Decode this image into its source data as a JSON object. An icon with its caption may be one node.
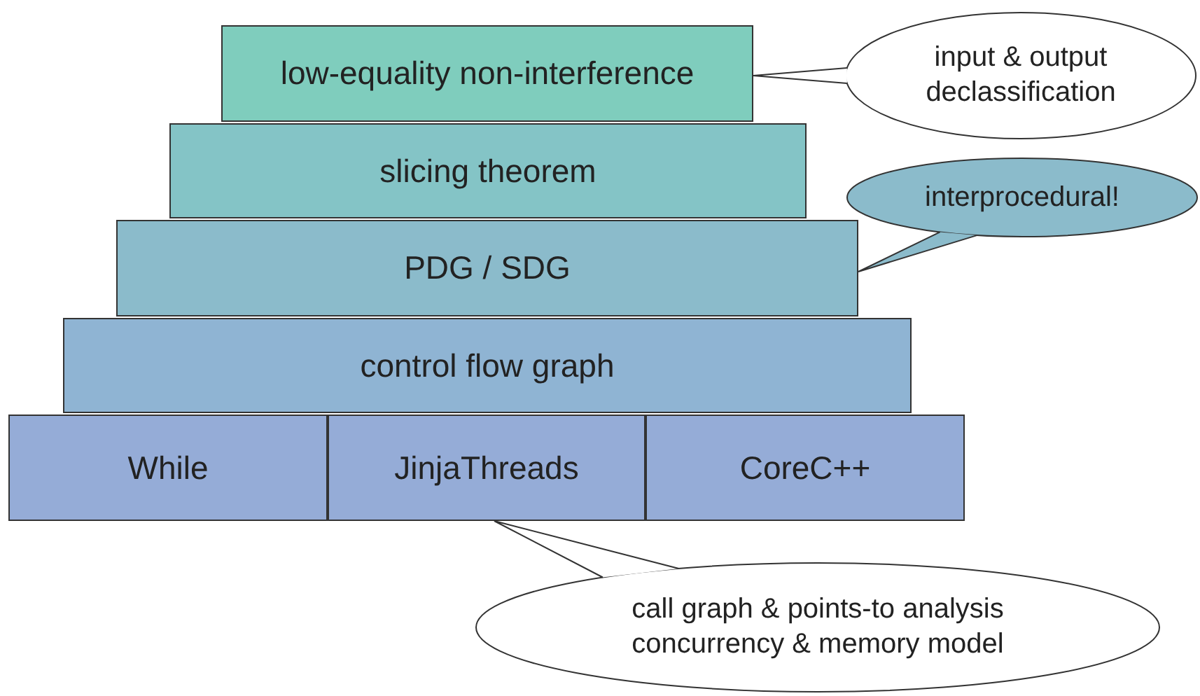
{
  "diagram": {
    "nodes": [
      {
        "text": [
          "low-equality non-interference"
        ]
      },
      {
        "text": [
          "slicing theorem"
        ]
      },
      {
        "text": [
          "PDG / SDG"
        ]
      },
      {
        "text": [
          "control flow graph"
        ]
      },
      {
        "text": [
          "While"
        ]
      },
      {
        "text": [
          "JinjaThreads"
        ]
      },
      {
        "text": [
          "CoreC++"
        ]
      },
      {
        "text": [
          "input & output declassification"
        ]
      },
      {
        "text": [
          "interprocedural!"
        ]
      },
      {
        "text": [
          "call graph & points-to analysis",
          "concurrency & memory model"
        ]
      }
    ],
    "edges": [
      {
        "from": 7,
        "to": 0,
        "arrow": "none"
      },
      {
        "from": 8,
        "to": 2,
        "arrow": "none"
      },
      {
        "from": 9,
        "to": 5,
        "arrow": "none"
      }
    ]
  }
}
